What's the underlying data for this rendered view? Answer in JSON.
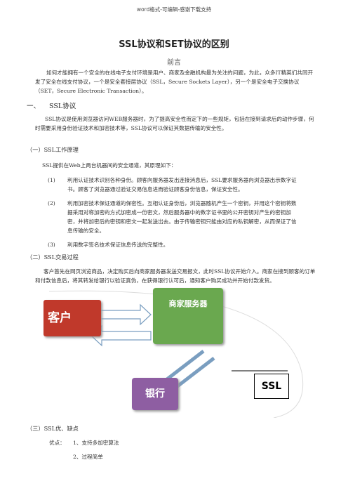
{
  "header": "word格式-可编辑-感谢下载支持",
  "title": "SSL协议和SET协议的区别",
  "subtitle": "前言",
  "intro": "如何才能拥有一个安全的在线电子支付环境是用户、商家及金融机构最为关注的问题，为此，众多IT精英们共同开发了安全在线支付协议，一个是安全套接层协议（SSL，Secure Sockets Layer），另一个是安全电子交换协议（SET，Secure Electronic Transaction）。",
  "section1": {
    "num": "一、",
    "title": "SSL协议"
  },
  "section1_text": "SSL协议是使用浏览器访问WEB服务器时，为了提高安全性而定下的一些规矩，包括在接到请求后的动作步骤，何时需要采用身份验证技术和加密技术等，SSL协议可以保证其数据传输的安全性。",
  "sub1": "（一）SSL工作原理",
  "sub1_text": "SSL提供在Web上两台机器间的安全通道，其原理如下：",
  "list": [
    {
      "num": "(1)",
      "text": "利用认证技术识别各种身份。顾客向服务器发出连接消息后，SSL要求服务器向浏览器出示数字证书。顾客了浏览器通过验证交易信息进而验证顾客身份信息，保证安全性。"
    },
    {
      "num": "(2)",
      "text": "利用加密技术保证通道的保密性。互相认证身份后，浏览器随机产生一个密钥，并用这个密钥将数据采用对称加密的方式加密成一份密文，然后服务器中的数字证书里的公开密钥对产生的密钥加密，并将加密后的密钥和密文一起发送出去。由于传输密钥只能由对应的私钥解密，从而保证了信息传输的安全。"
    },
    {
      "num": "(3)",
      "text": "利用数字签名技术保证信息传送的完整性。"
    }
  ],
  "sub2": "（二）SSL交易过程",
  "sub2_text": "客户首先在网页浏览商品，决定购买后向商家服务器发送交易报文，此时SSL协议开始介入。商家在接到顾客的订单和付款信息后，将其转发给银行以验证真伪，在获得银行认可后，通知客户购买成功并开始付款发货。",
  "diagram": {
    "customer": "客户",
    "merchant": "商家服务器",
    "bank": "银行",
    "ssl": "SSL"
  },
  "sub3": "（三）SSL优、缺点",
  "adv_label": "优点：",
  "adv": [
    "1、支持多加密算法",
    "2、过程简单"
  ],
  "colors": {
    "customer": "#c0392b",
    "merchant": "#6aa84f",
    "bank": "#8e5ea2",
    "arrow": "#7a9ec0"
  }
}
